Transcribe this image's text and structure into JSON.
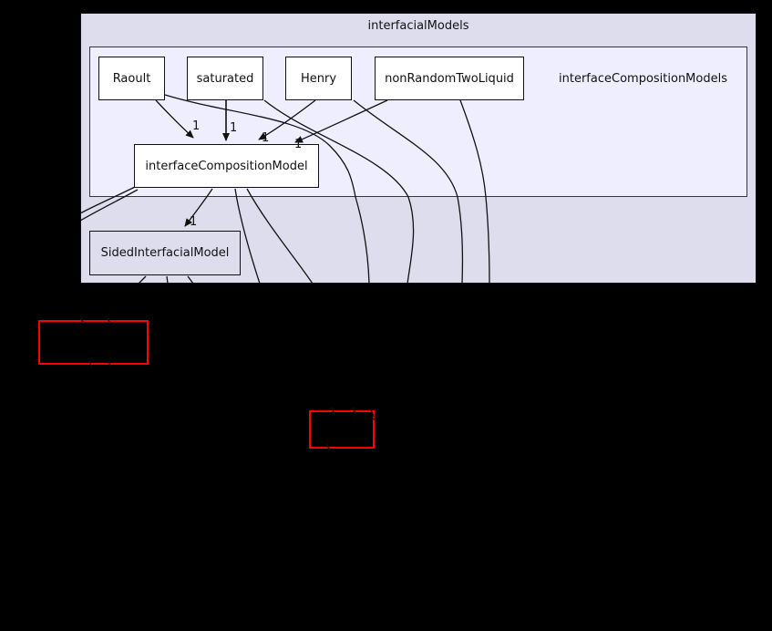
{
  "diagram": {
    "type": "directory-dependency-graph",
    "title": "interfacialModels",
    "inner_cluster_label": "interfaceCompositionModels",
    "nodes": {
      "raoult": {
        "label": "Raoult"
      },
      "saturated": {
        "label": "saturated"
      },
      "henry": {
        "label": "Henry"
      },
      "non_random_two_liquid": {
        "label": "nonRandomTwoLiquid"
      },
      "interface_composition_model": {
        "label": "interfaceCompositionModel"
      },
      "sided_interfacial_model": {
        "label": "SidedInterfacialModel"
      }
    },
    "edges": {
      "raoult_to_interface_composition_model": {
        "label": "1"
      },
      "saturated_to_interface_composition_model": {
        "label": "1"
      },
      "henry_to_interface_composition_model": {
        "label": "1"
      },
      "non_random_two_liquid_to_interface_composition_model": {
        "label": "1"
      },
      "interface_composition_model_to_sided_interfacial_model": {
        "label": "1"
      }
    },
    "truncated_nodes": [
      {
        "label": ""
      },
      {
        "label": ""
      }
    ],
    "colors": {
      "canvas_background": "#000000",
      "outer_cluster_fill": "#ddddee",
      "inner_cluster_fill": "#eeeeff",
      "node_fill": "#ffffff",
      "node_border": "#101010",
      "edge_color": "#111111",
      "truncated_node_border": "#ff0000"
    }
  }
}
